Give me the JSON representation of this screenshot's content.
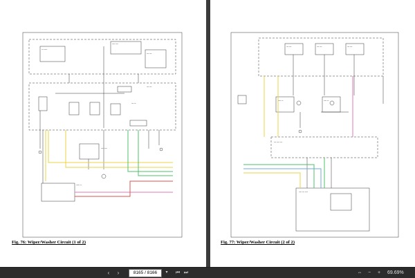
{
  "viewer": {
    "left_caption": "Fig. 76: Wiper/Washer Circuit (1 of 2)",
    "right_caption": "Fig. 77: Wiper/Washer Circuit (2 of 2)"
  },
  "toolbar": {
    "page_input": "8165 / 8166",
    "zoom": "69.69%"
  },
  "colors": {
    "wire_yellow": "#e8d64a",
    "wire_green": "#4fc06a",
    "wire_pink": "#e07ab8",
    "wire_blue": "#6fa8dc",
    "wire_red": "#d9534f"
  }
}
